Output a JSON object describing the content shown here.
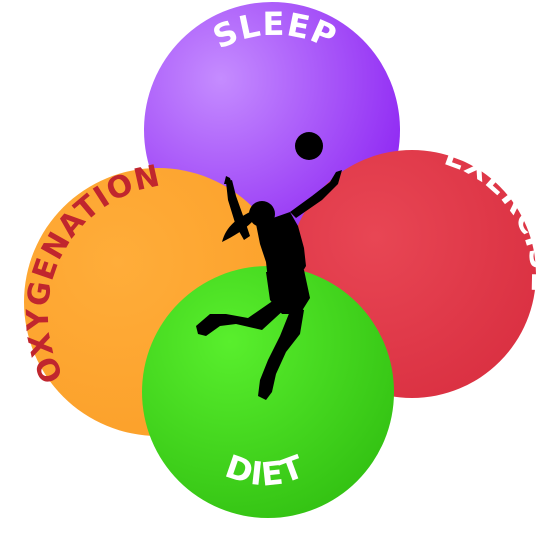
{
  "diagram": {
    "circles": [
      {
        "key": "sleep",
        "label": "SLEEP",
        "color": "#9b3ff0",
        "label_color": "#ffffff"
      },
      {
        "key": "exercise",
        "label": "EXERCISE",
        "color": "#e03344",
        "label_color": "#ffffff"
      },
      {
        "key": "oxygenation",
        "label": "OXYGENATION",
        "color": "#ffa52f",
        "label_color": "#c0262e"
      },
      {
        "key": "diet",
        "label": "DIET",
        "color": "#3dd61e",
        "label_color": "#ffffff"
      }
    ],
    "center_figure": "jumping-athlete-silhouette",
    "ball": "volleyball-ball"
  }
}
